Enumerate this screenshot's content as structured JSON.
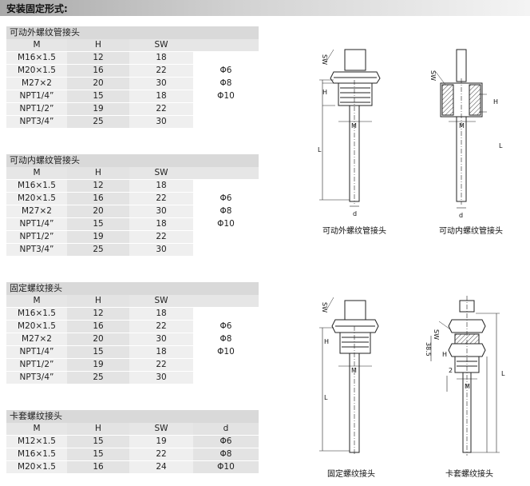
{
  "header": {
    "title": "安装固定形式:"
  },
  "tables": [
    {
      "title": "可动外螺纹管接头",
      "columns": [
        "M",
        "H",
        "SW",
        ""
      ],
      "rows": [
        [
          "M16×1.5",
          "12",
          "18"
        ],
        [
          "M20×1.5",
          "16",
          "22"
        ],
        [
          "M27×2",
          "20",
          "30"
        ],
        [
          "NPT1/4”",
          "15",
          "18"
        ],
        [
          "NPT1/2”",
          "19",
          "22"
        ],
        [
          "NPT3/4”",
          "25",
          "30"
        ]
      ],
      "side": [
        "Φ6",
        "Φ8",
        "Φ10"
      ]
    },
    {
      "title": "可动内螺纹管接头",
      "columns": [
        "M",
        "H",
        "SW",
        ""
      ],
      "rows": [
        [
          "M16×1.5",
          "12",
          "18"
        ],
        [
          "M20×1.5",
          "16",
          "22"
        ],
        [
          "M27×2",
          "20",
          "30"
        ],
        [
          "NPT1/4”",
          "15",
          "18"
        ],
        [
          "NPT1/2”",
          "19",
          "22"
        ],
        [
          "NPT3/4”",
          "25",
          "30"
        ]
      ],
      "side": [
        "Φ6",
        "Φ8",
        "Φ10"
      ]
    },
    {
      "title": "固定螺纹接头",
      "columns": [
        "M",
        "H",
        "SW",
        ""
      ],
      "rows": [
        [
          "M16×1.5",
          "12",
          "18"
        ],
        [
          "M20×1.5",
          "16",
          "22"
        ],
        [
          "M27×2",
          "20",
          "30"
        ],
        [
          "NPT1/4”",
          "15",
          "18"
        ],
        [
          "NPT1/2”",
          "19",
          "22"
        ],
        [
          "NPT3/4”",
          "25",
          "30"
        ]
      ],
      "side": [
        "Φ6",
        "Φ8",
        "Φ10"
      ]
    },
    {
      "title": "卡套螺纹接头",
      "columns": [
        "M",
        "H",
        "SW",
        "d"
      ],
      "rows": [
        [
          "M12×1.5",
          "15",
          "19",
          "Φ6"
        ],
        [
          "M16×1.5",
          "15",
          "22",
          "Φ8"
        ],
        [
          "M20×1.5",
          "16",
          "24",
          "Φ10"
        ]
      ]
    }
  ],
  "diagrams": {
    "captions": [
      "可动外螺纹管接头",
      "可动内螺纹管接头",
      "固定螺纹接头",
      "卡套螺纹接头"
    ],
    "labels": {
      "sw": "SW",
      "h": "H",
      "m": "M",
      "l": "L",
      "d": "d",
      "s38": "38.5",
      "n2": "2"
    }
  }
}
